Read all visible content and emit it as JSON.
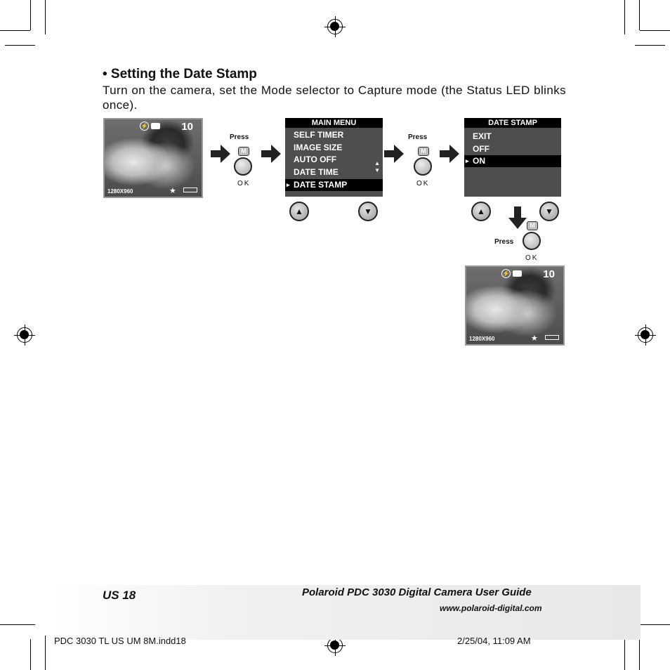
{
  "section": {
    "heading": "• Setting the Date Stamp",
    "instruction": "Turn on the camera, set the Mode selector to Capture mode (the Status LED blinks once)."
  },
  "screens": {
    "capture_screen": {
      "shots_remaining": "10",
      "resolution": "1280X960"
    },
    "main_menu": {
      "title": "MAIN MENU",
      "items": [
        "SELF TIMER",
        "IMAGE SIZE",
        "AUTO OFF",
        "DATE TIME",
        "DATE STAMP"
      ],
      "selected": "DATE STAMP"
    },
    "date_stamp_menu": {
      "title": "DATE  STAMP",
      "items": [
        "EXIT",
        "OFF",
        "ON"
      ],
      "selected": "ON"
    },
    "result_screen": {
      "shots_remaining": "10",
      "resolution": "1280X960"
    }
  },
  "controls": {
    "press_label": "Press",
    "mode_button_label": "M",
    "ok_label": "OK",
    "up_symbol": "▲",
    "down_symbol": "▼"
  },
  "footer": {
    "page": "US 18",
    "title": "Polaroid PDC 3030 Digital Camera User Guide",
    "url": "www.polaroid-digital.com"
  },
  "slug": {
    "file": "PDC 3030 TL US UM 8M.indd18",
    "timestamp": "2/25/04, 11:09 AM"
  },
  "colors": {
    "menu_bg": "#4e4e4e",
    "menu_title_bg": "#000000",
    "arrow": "#222222"
  }
}
